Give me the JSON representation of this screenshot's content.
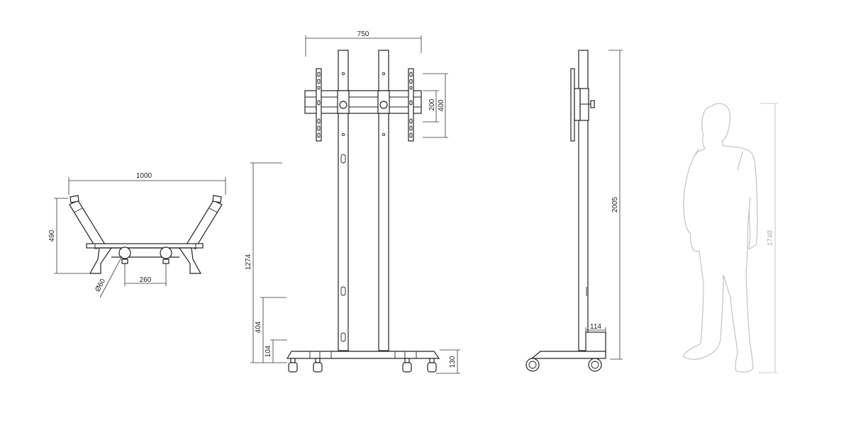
{
  "dimensions": {
    "top_view": {
      "width": "1000",
      "depth": "490",
      "pole_spacing": "260",
      "pole_diameter": "Ø60"
    },
    "front_view": {
      "mount_width": "750",
      "vesa_small": "200",
      "vesa_large": "400",
      "lower_height": "1274",
      "middle_height": "404",
      "base_height": "104",
      "caster_height": "130"
    },
    "side_view": {
      "total_height": "2005",
      "base_depth": "114"
    },
    "person": {
      "height": "1748"
    }
  }
}
